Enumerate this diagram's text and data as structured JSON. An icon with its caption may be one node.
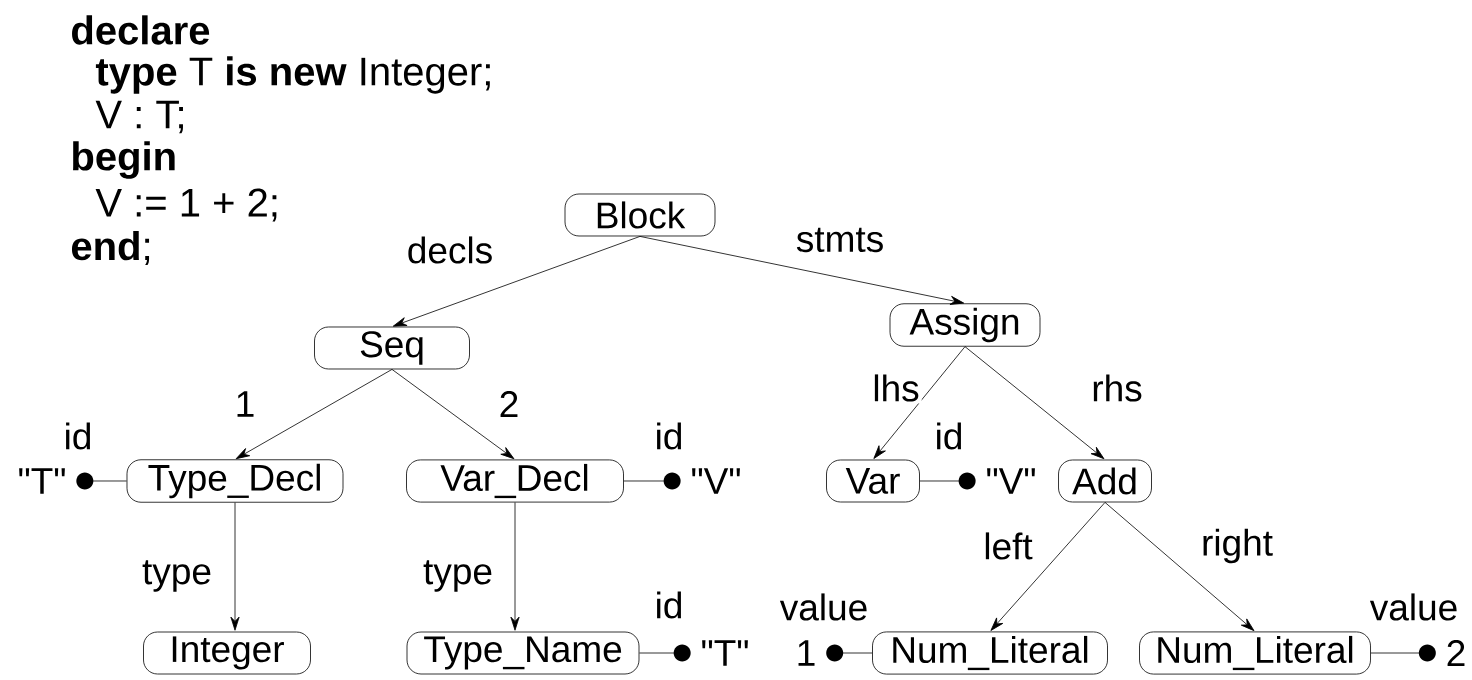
{
  "diagram": {
    "nodes": [
      {
        "text": [
          "Block"
        ]
      },
      {
        "text": [
          "Seq"
        ]
      },
      {
        "text": [
          "Assign"
        ]
      },
      {
        "text": [
          "Type_Decl"
        ]
      },
      {
        "text": [
          "Var_Decl"
        ]
      },
      {
        "text": [
          "Var"
        ]
      },
      {
        "text": [
          "Add"
        ]
      },
      {
        "text": [
          "Integer"
        ]
      },
      {
        "text": [
          "Type_Name"
        ]
      },
      {
        "text": [
          "Num_Literal"
        ]
      },
      {
        "text": [
          "Num_Literal"
        ]
      },
      {
        "text": [
          "\"T\""
        ]
      },
      {
        "text": [
          "\"V\""
        ]
      },
      {
        "text": [
          "\"V\""
        ]
      },
      {
        "text": [
          "\"T\""
        ]
      },
      {
        "text": [
          "1"
        ]
      },
      {
        "text": [
          "2"
        ]
      }
    ],
    "edges": [
      {
        "from": 0,
        "to": 1,
        "arrow": "to",
        "label": "decls"
      },
      {
        "from": 0,
        "to": 2,
        "arrow": "to",
        "label": "stmts"
      },
      {
        "from": 1,
        "to": 3,
        "arrow": "to",
        "label": "1"
      },
      {
        "from": 1,
        "to": 4,
        "arrow": "to",
        "label": "2"
      },
      {
        "from": 2,
        "to": 5,
        "arrow": "to",
        "label": "lhs"
      },
      {
        "from": 2,
        "to": 6,
        "arrow": "to",
        "label": "rhs"
      },
      {
        "from": 3,
        "to": 7,
        "arrow": "to",
        "label": "type"
      },
      {
        "from": 4,
        "to": 8,
        "arrow": "to",
        "label": "type"
      },
      {
        "from": 6,
        "to": 9,
        "arrow": "to",
        "label": "left"
      },
      {
        "from": 6,
        "to": 10,
        "arrow": "to",
        "label": "right"
      },
      {
        "from": 3,
        "to": 11,
        "arrow": "other",
        "label": "id"
      },
      {
        "from": 4,
        "to": 12,
        "arrow": "other",
        "label": "id"
      },
      {
        "from": 5,
        "to": 13,
        "arrow": "other",
        "label": "id"
      },
      {
        "from": 8,
        "to": 14,
        "arrow": "other",
        "label": "id"
      },
      {
        "from": 9,
        "to": 15,
        "arrow": "other",
        "label": "value"
      },
      {
        "from": 10,
        "to": 16,
        "arrow": "other",
        "label": "value"
      }
    ],
    "labels": [
      "declare",
      "**type** T **is new** Integer;",
      "V : T;",
      "begin",
      "V := 1 + 2;",
      "**end**;"
    ]
  }
}
